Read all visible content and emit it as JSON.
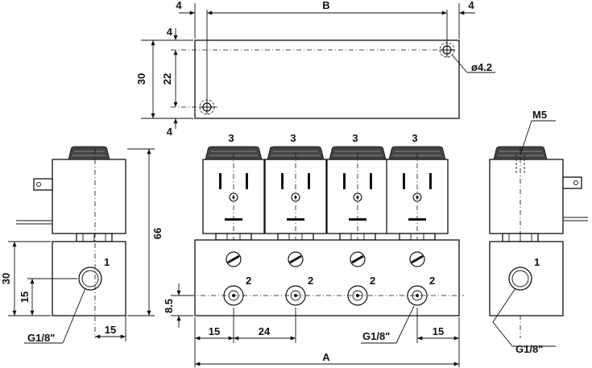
{
  "top_view": {
    "dim_left_margin": "4",
    "dim_width": "B",
    "dim_right_margin": "4",
    "dim_top_margin": "4",
    "dim_height_outer": "30",
    "dim_height_inner": "22",
    "dim_bottom_margin": "4",
    "hole_label": "ø4.2"
  },
  "left_side": {
    "port_label": "1",
    "dim_height_total": "66",
    "dim_block_height": "30",
    "dim_port_height": "15",
    "dim_port_offset": "15",
    "thread_label": "G1/8\""
  },
  "front_view": {
    "valve_labels": [
      "3",
      "3",
      "3",
      "3"
    ],
    "port_labels": [
      "2",
      "2",
      "2",
      "2"
    ],
    "dim_port_height": "8.5",
    "dim_first_offset": "15",
    "dim_pitch": "24",
    "dim_last_offset": "15",
    "dim_total": "A",
    "thread_label": "G1/8\""
  },
  "right_side": {
    "thread_callout": "M5",
    "port_label": "1",
    "thread_label": "G1/8\""
  }
}
